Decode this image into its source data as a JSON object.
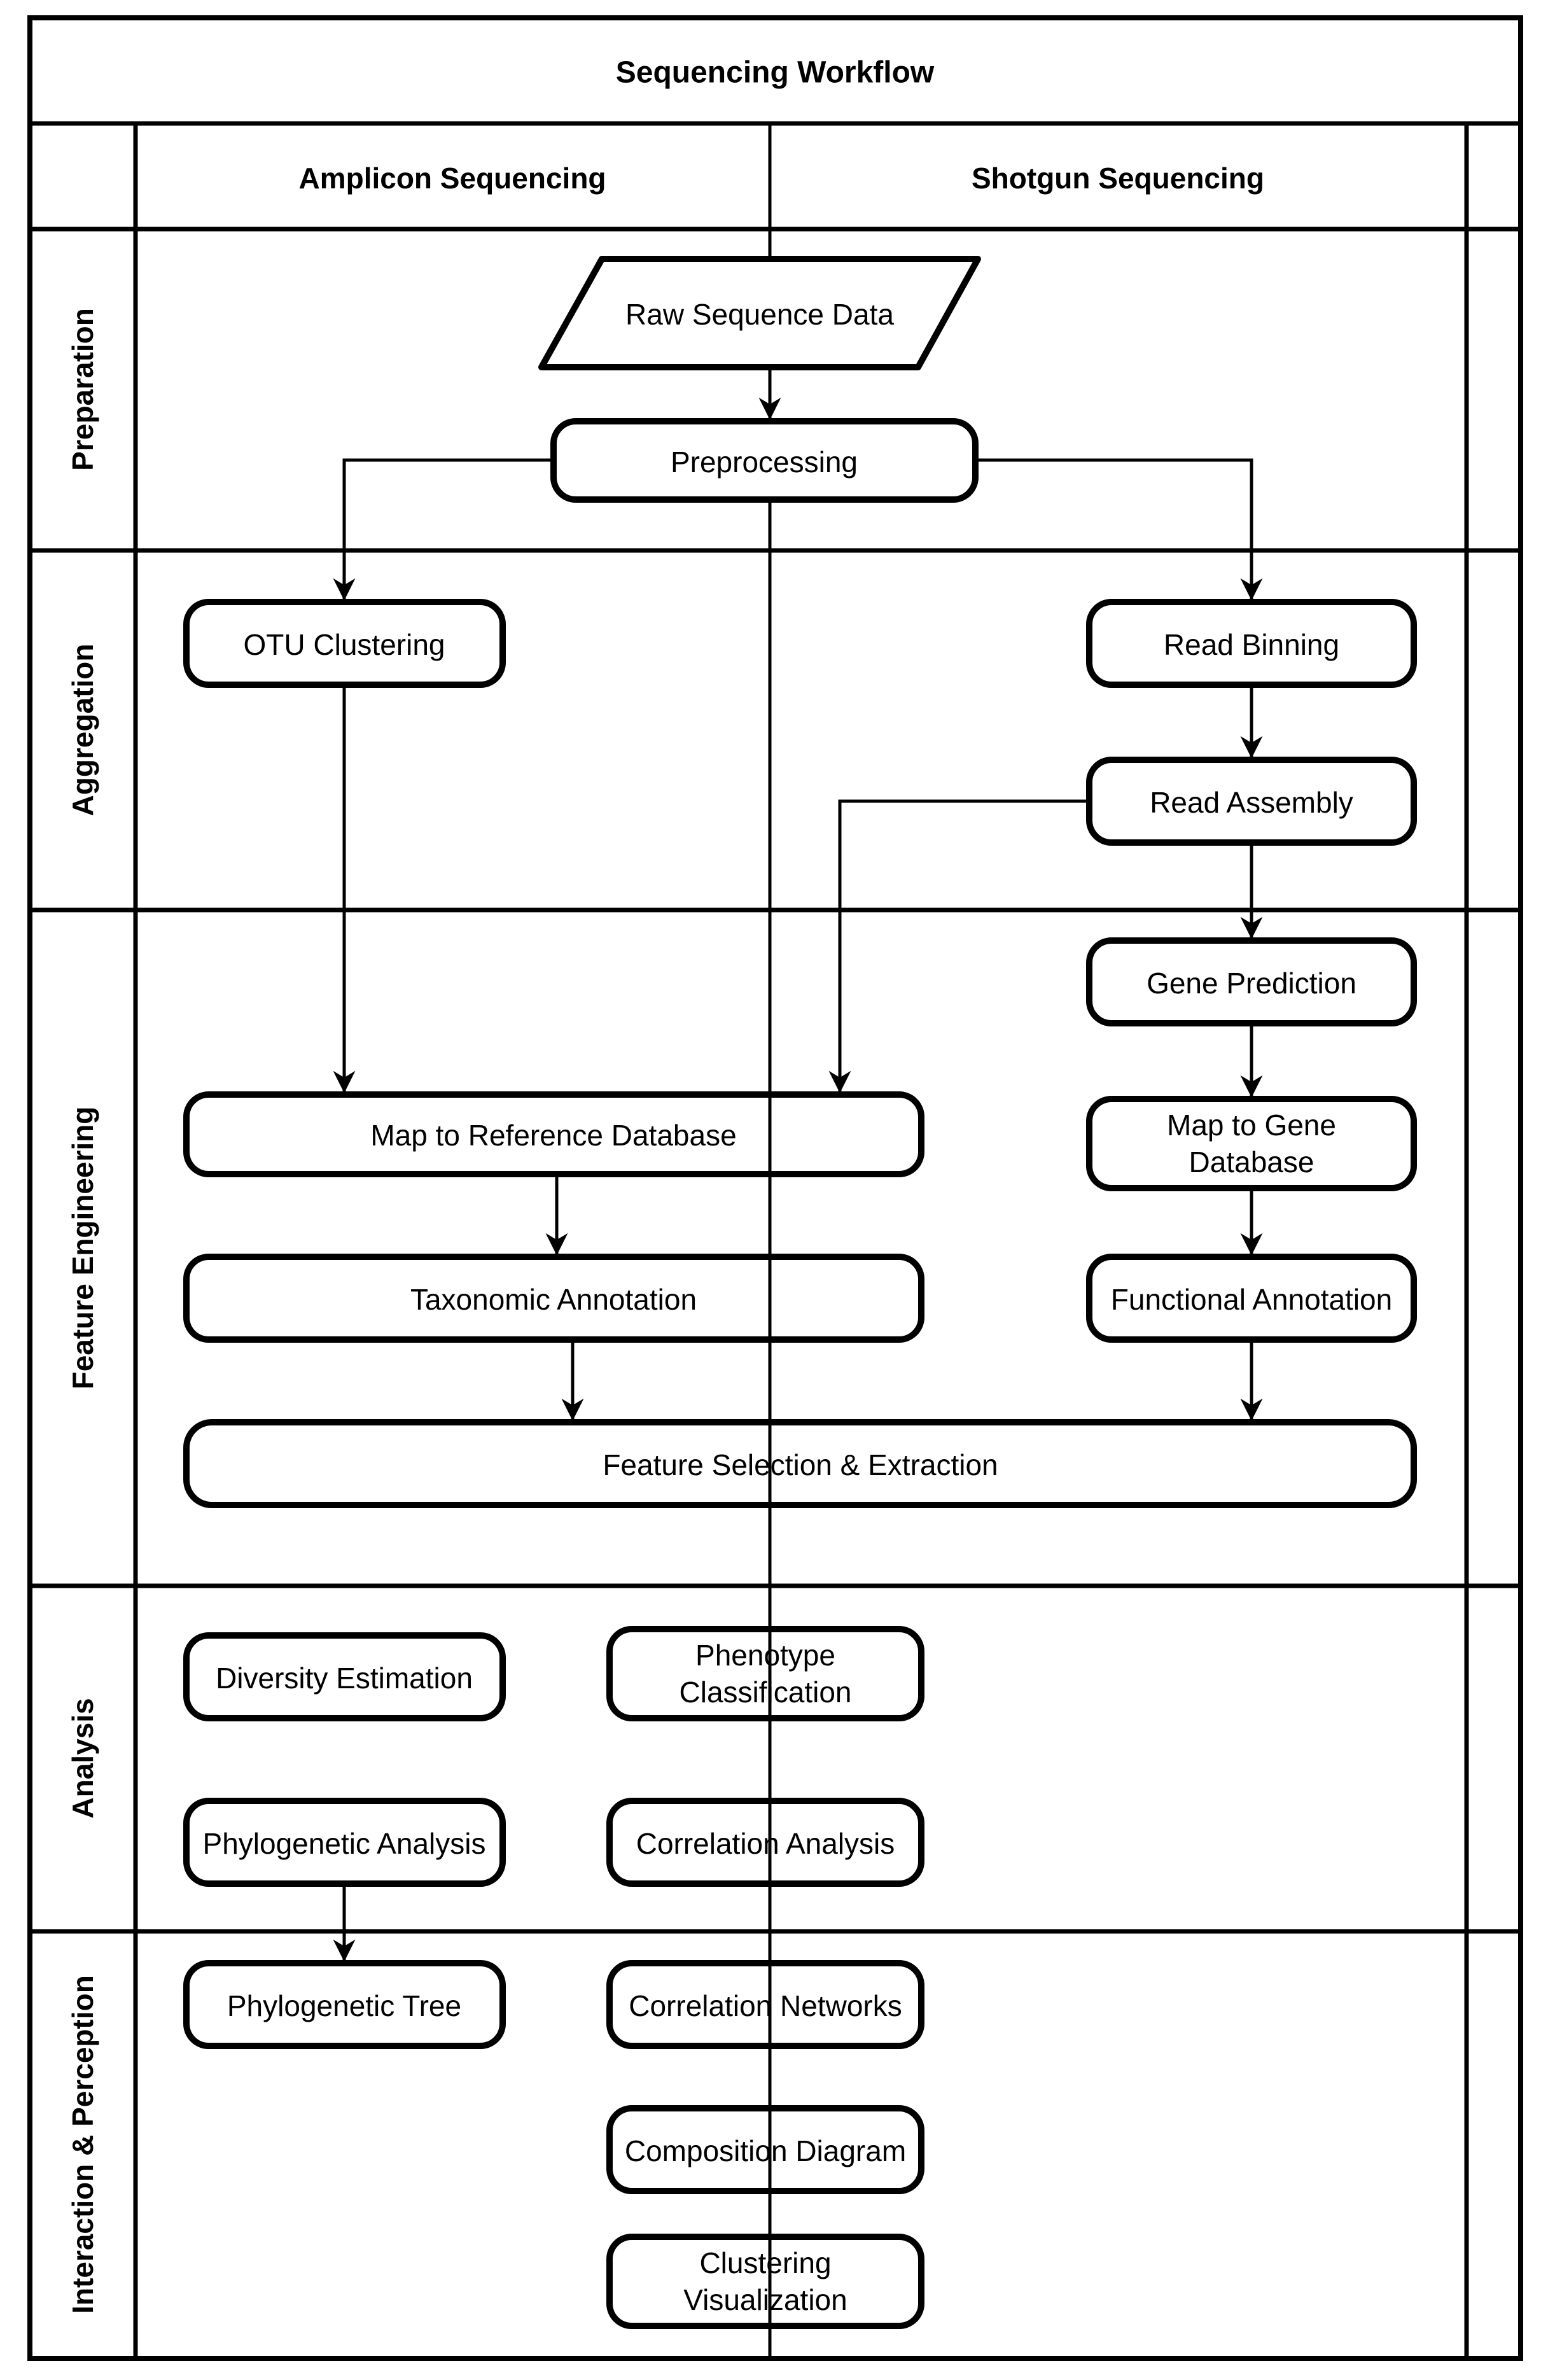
{
  "diagram": {
    "title": "Sequencing Workflow",
    "column_headers": {
      "amplicon": "Amplicon Sequencing",
      "shotgun": "Shotgun Sequencing"
    },
    "lanes": [
      {
        "label": "Preparation"
      },
      {
        "label": "Aggregation"
      },
      {
        "label": "Feature Engineering"
      },
      {
        "label": "Analysis"
      },
      {
        "label": "Interaction & Perception"
      }
    ],
    "nodes": {
      "raw_sequence_data": {
        "label": "Raw Sequence Data",
        "shape": "parallelogram"
      },
      "preprocessing": {
        "label": "Preprocessing",
        "shape": "rounded-rect"
      },
      "otu_clustering": {
        "label": "OTU Clustering",
        "shape": "rounded-rect"
      },
      "read_binning": {
        "label": "Read Binning",
        "shape": "rounded-rect"
      },
      "read_assembly": {
        "label": "Read Assembly",
        "shape": "rounded-rect"
      },
      "gene_prediction": {
        "label": "Gene Prediction",
        "shape": "rounded-rect"
      },
      "map_to_gene_database": {
        "line1": "Map to Gene",
        "line2": "Database",
        "shape": "rounded-rect"
      },
      "map_to_reference_database": {
        "label": "Map to Reference Database",
        "shape": "rounded-rect"
      },
      "taxonomic_annotation": {
        "label": "Taxonomic Annotation",
        "shape": "rounded-rect"
      },
      "functional_annotation": {
        "label": "Functional Annotation",
        "shape": "rounded-rect"
      },
      "feature_selection_extraction": {
        "label": "Feature Selection & Extraction",
        "shape": "rounded-rect"
      },
      "diversity_estimation": {
        "label": "Diversity Estimation",
        "shape": "rounded-rect"
      },
      "phenotype_classification": {
        "line1": "Phenotype",
        "line2": "Classification",
        "shape": "rounded-rect"
      },
      "phylogenetic_analysis": {
        "label": "Phylogenetic Analysis",
        "shape": "rounded-rect"
      },
      "correlation_analysis": {
        "label": "Correlation Analysis",
        "shape": "rounded-rect"
      },
      "phylogenetic_tree": {
        "label": "Phylogenetic Tree",
        "shape": "rounded-rect"
      },
      "correlation_networks": {
        "label": "Correlation Networks",
        "shape": "rounded-rect"
      },
      "composition_diagram": {
        "label": "Composition Diagram",
        "shape": "rounded-rect"
      },
      "clustering_visualization": {
        "line1": "Clustering",
        "line2": "Visualization",
        "shape": "rounded-rect"
      }
    },
    "edges": [
      {
        "from": "raw_sequence_data",
        "to": "preprocessing",
        "arrow": true
      },
      {
        "from": "preprocessing",
        "to": "otu_clustering",
        "arrow": true
      },
      {
        "from": "preprocessing",
        "to": "read_binning",
        "arrow": true
      },
      {
        "from": "read_binning",
        "to": "read_assembly",
        "arrow": true
      },
      {
        "from": "read_assembly",
        "to": "map_to_reference_database",
        "arrow": true
      },
      {
        "from": "read_assembly",
        "to": "gene_prediction",
        "arrow": true
      },
      {
        "from": "gene_prediction",
        "to": "map_to_gene_database",
        "arrow": true
      },
      {
        "from": "map_to_gene_database",
        "to": "functional_annotation",
        "arrow": true
      },
      {
        "from": "otu_clustering",
        "to": "map_to_reference_database",
        "arrow": true
      },
      {
        "from": "map_to_reference_database",
        "to": "taxonomic_annotation",
        "arrow": true
      },
      {
        "from": "taxonomic_annotation",
        "to": "feature_selection_extraction",
        "arrow": true
      },
      {
        "from": "functional_annotation",
        "to": "feature_selection_extraction",
        "arrow": true
      },
      {
        "from": "feature_selection_extraction",
        "to": "phenotype_classification",
        "arrow": false
      },
      {
        "from": "phenotype_classification",
        "to": "correlation_analysis",
        "arrow": false
      },
      {
        "from": "correlation_analysis",
        "to": "correlation_networks",
        "arrow": false
      },
      {
        "from": "correlation_networks",
        "to": "composition_diagram",
        "arrow": false
      },
      {
        "from": "composition_diagram",
        "to": "clustering_visualization",
        "arrow": false
      },
      {
        "from": "phylogenetic_analysis",
        "to": "phylogenetic_tree",
        "arrow": true
      }
    ],
    "colors": {
      "stroke": "#000000",
      "node_fill": "#ffffff",
      "background": "#ffffff"
    }
  }
}
